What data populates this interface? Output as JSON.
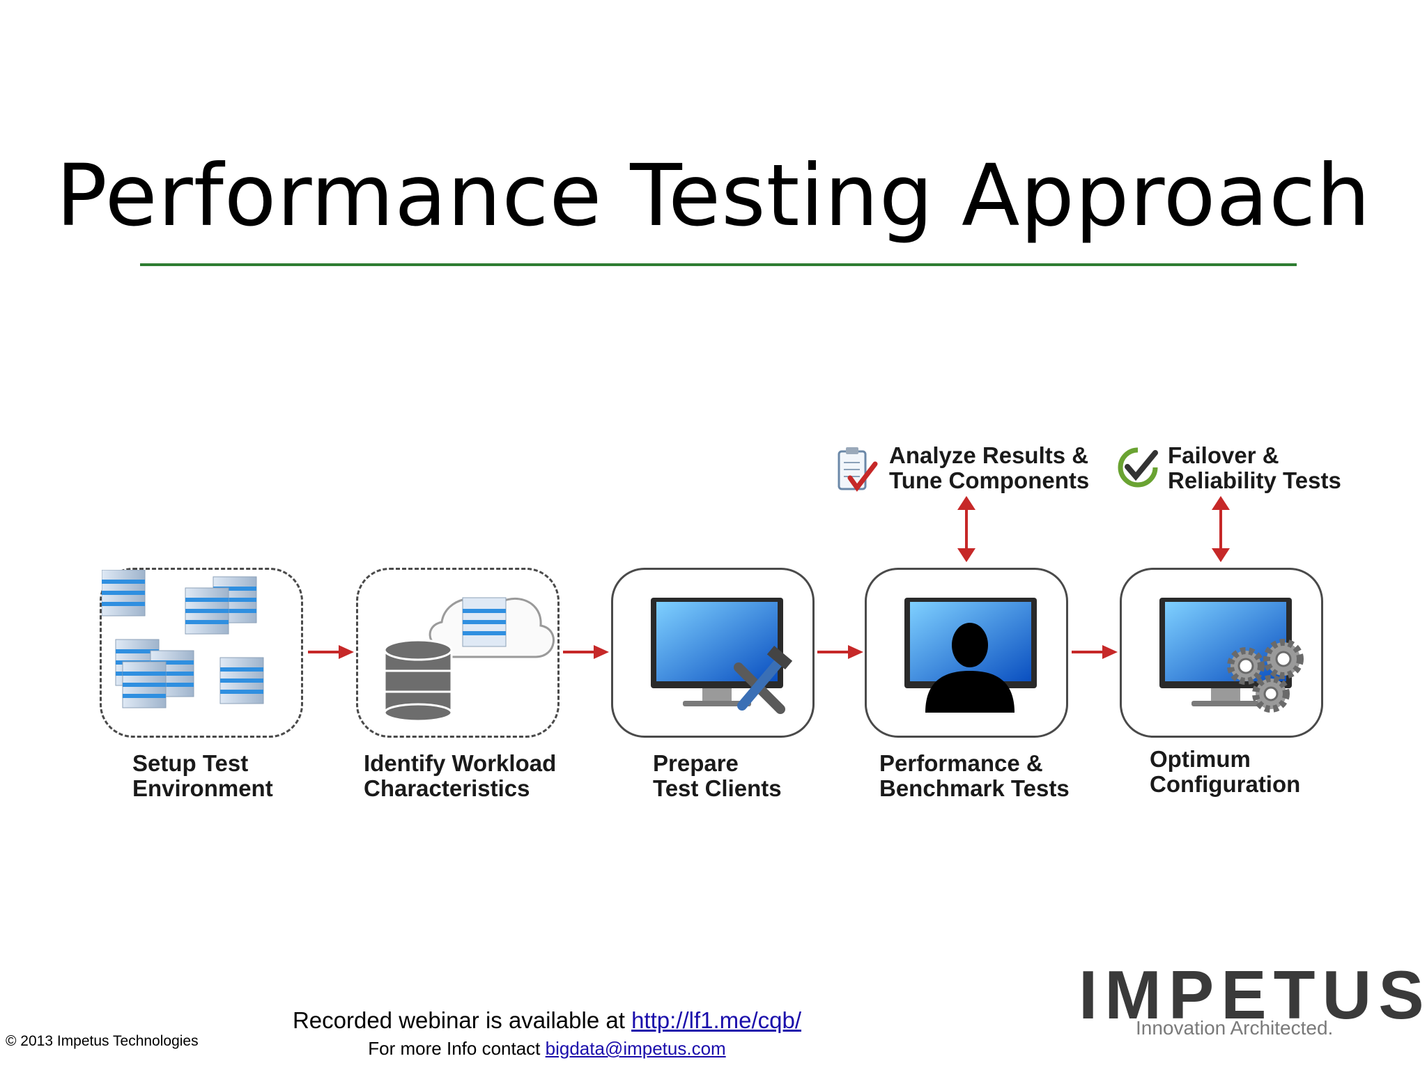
{
  "title": "Performance Testing Approach",
  "colors": {
    "rule": "#2e7d32",
    "arrow": "#c62828",
    "border": "#4a4a4a",
    "link": "#1a0dab"
  },
  "steps": [
    {
      "label": "Setup Test\nEnvironment",
      "icon": "server-cluster-icon",
      "style": "dashed"
    },
    {
      "label": "Identify Workload\nCharacteristics",
      "icon": "database-cloud-icon",
      "style": "dashed"
    },
    {
      "label": "Prepare\nTest Clients",
      "icon": "monitor-tools-icon",
      "style": "solid"
    },
    {
      "label": "Performance &\nBenchmark Tests",
      "icon": "monitor-user-icon",
      "style": "solid"
    },
    {
      "label": "Optimum\nConfiguration",
      "icon": "monitor-gears-icon",
      "style": "solid"
    }
  ],
  "top_items": [
    {
      "label": "Analyze Results &\nTune Components",
      "icon": "checklist-icon"
    },
    {
      "label": "Failover &\nReliability Tests",
      "icon": "green-check-icon"
    }
  ],
  "footer": {
    "copyright": "© 2013 Impetus Technologies",
    "webinar_text": "Recorded webinar is available at ",
    "webinar_link": "http://lf1.me/cqb/",
    "contact_text": "For more Info contact ",
    "contact_email": "bigdata@impetus.com"
  },
  "logo": {
    "word": "IMPETUS",
    "tagline": "Innovation Architected."
  }
}
